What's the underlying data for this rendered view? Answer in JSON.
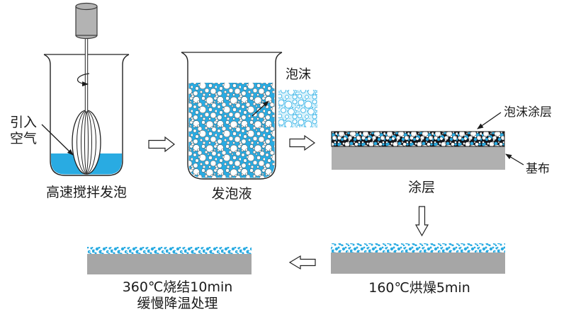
{
  "colors": {
    "foam_blue": "#29ABE2",
    "coating_dark": "#14161c",
    "base_gray": "#b0b0b0",
    "motor_gray": "#b3b3b3",
    "outline": "#222222"
  },
  "icons": {
    "flow_arrow_right": "⇨",
    "flow_arrow_left": "⇦",
    "flow_arrow_down": "⇩",
    "rotation_arrow": "↻"
  },
  "stages": {
    "stirring": {
      "caption": "高速搅拌发泡",
      "air_label_line1": "引入",
      "air_label_line2": "空气"
    },
    "foam_liquid": {
      "caption": "发泡液",
      "foam_label": "泡沫"
    },
    "coating": {
      "caption": "涂层",
      "foam_coating_label": "泡沫涂层",
      "base_fabric_label": "基布"
    },
    "drying": {
      "caption": "160℃烘燥5min"
    },
    "sintering": {
      "caption_line1": "360℃烧结10min",
      "caption_line2": "缓慢降温处理"
    }
  }
}
